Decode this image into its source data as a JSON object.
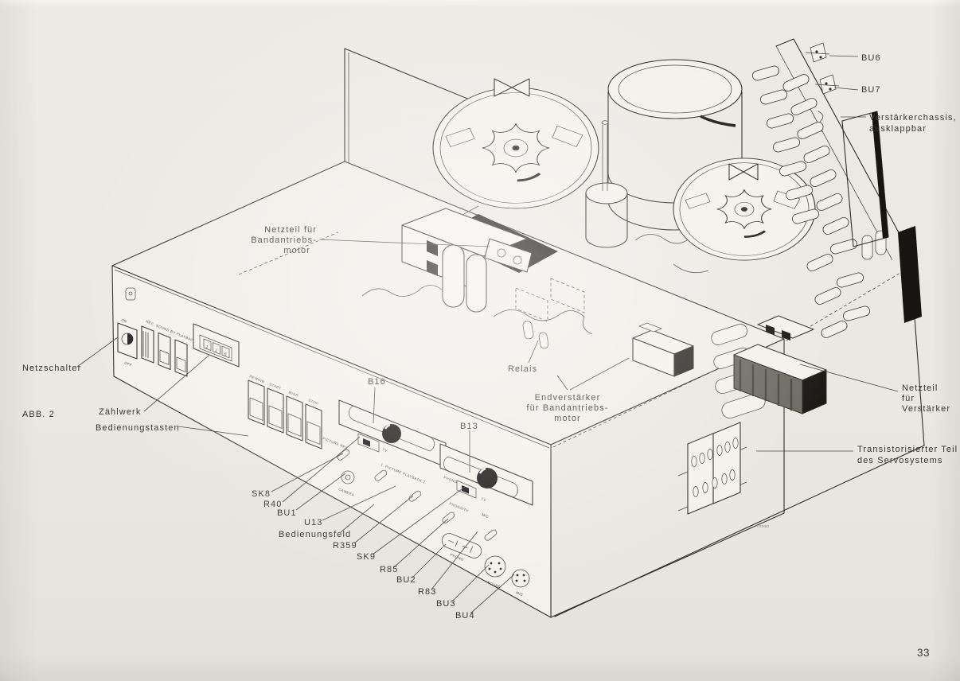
{
  "figure": {
    "caption": "ABB. 2",
    "page_number": "33",
    "drawing_ref": "TGM92"
  },
  "callouts": {
    "bu6": "BU6",
    "bu7": "BU7",
    "verstaerkerchassis_1": "Verstärkerchassis,",
    "verstaerkerchassis_2": "ausklappbar",
    "netzteil_band_1": "Netzteil für",
    "netzteil_band_2": "Bandantriebs-",
    "netzteil_band_3": "motor",
    "netzschalter": "Netzschalter",
    "zaehlwerk": "Zählwerk",
    "bedienungstasten": "Bedienungstasten",
    "b16": "B16",
    "b13": "B13",
    "relais": "Relais",
    "endverstaerker_1": "Endverstärker",
    "endverstaerker_2": "für Bandantriebs-",
    "endverstaerker_3": "motor",
    "netzteil_verst_1": "Netzteil",
    "netzteil_verst_2": "für",
    "netzteil_verst_3": "Verstärker",
    "servo_1": "Transistorisierter Teil",
    "servo_2": "des Servosystems",
    "sk8": "SK8",
    "r40": "R40",
    "bu1": "BU1",
    "u13": "U13",
    "bedienungsfeld": "Bedienungsfeld",
    "r359": "R359",
    "sk9": "SK9",
    "r85": "R85",
    "bu2": "BU2",
    "r83": "R83",
    "bu3": "BU3",
    "bu4": "BU4"
  },
  "panel": {
    "power_on": "ON",
    "power_off": "OFF",
    "rec_row_label": "REC. SOUND BY PLAYBACK",
    "counter_digits": [
      "1",
      "1",
      "6"
    ],
    "transport_buttons": [
      "REWIND",
      "START",
      "WIND",
      "STOP"
    ],
    "picture_rec": "PICTURE REC",
    "picture_playback": "1. PICTURE PLAYBACK 2",
    "camera": "CAMERA",
    "b16_switch_pos": "TV",
    "phono_pos": "PHONO",
    "tv_pos": "TV",
    "phono_tv_switch": "PHONO/TV",
    "mic_small": "MIC",
    "phono_jack": "PHONO",
    "sound_jack": "SOUND",
    "mic_jack": "MIC"
  }
}
